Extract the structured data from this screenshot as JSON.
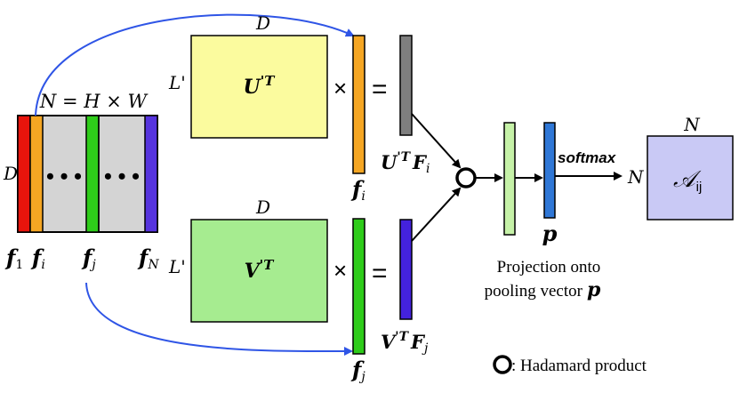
{
  "feature_map": {
    "dims_top": "N = H × W",
    "dim_left": "D",
    "dots": "• • •",
    "labels": {
      "f1_base": "f",
      "f1_sub": "1",
      "fi_base": "f",
      "fi_sub": "i",
      "fj_base": "f",
      "fj_sub": "j",
      "fN_base": "f",
      "fN_sub": "N"
    },
    "colors": {
      "f1": "#e8140c",
      "fi": "#f5a623",
      "fj": "#2ecc1a",
      "fN": "#5533dd",
      "bg": "#d4d4d4"
    }
  },
  "top_branch": {
    "matrix_label": "U'T",
    "matrix_base": "U",
    "matrix_sup": "'T",
    "dim_top": "D",
    "dim_left": "L'",
    "times": "×",
    "equals": "=",
    "vec_label_base": "f",
    "vec_label_sub": "i",
    "result_base": "U",
    "result_sup": "'T",
    "result_F": "F",
    "result_sub": "i",
    "colors": {
      "matrix": "#fbfb9e",
      "vector": "#f5a623",
      "result": "#7f7f7f"
    }
  },
  "bottom_branch": {
    "matrix_base": "V",
    "matrix_sup": "'T",
    "dim_top": "D",
    "dim_left": "L'",
    "times": "×",
    "equals": "=",
    "vec_label_base": "f",
    "vec_label_sub": "j",
    "result_base": "V",
    "result_sup": "'T",
    "result_F": "F",
    "result_sub": "j",
    "colors": {
      "matrix": "#a6ec90",
      "vector": "#2ecc1a",
      "result": "#4422dd"
    }
  },
  "pooling": {
    "p_label": "p",
    "projection_line1": "Projection onto",
    "projection_line2": "pooling vector",
    "projection_p": "p",
    "softmax": "softmax",
    "colors": {
      "hadamard_result": "#c6f2a8",
      "p_vector": "#2f77d6"
    }
  },
  "output": {
    "dim_top": "N",
    "dim_left": "N",
    "label": "𝒜",
    "label_sub": "ij",
    "color": "#c9c9f5"
  },
  "legend": {
    "text": ": Hadamard product"
  },
  "arrow_color": "#2f55e6"
}
